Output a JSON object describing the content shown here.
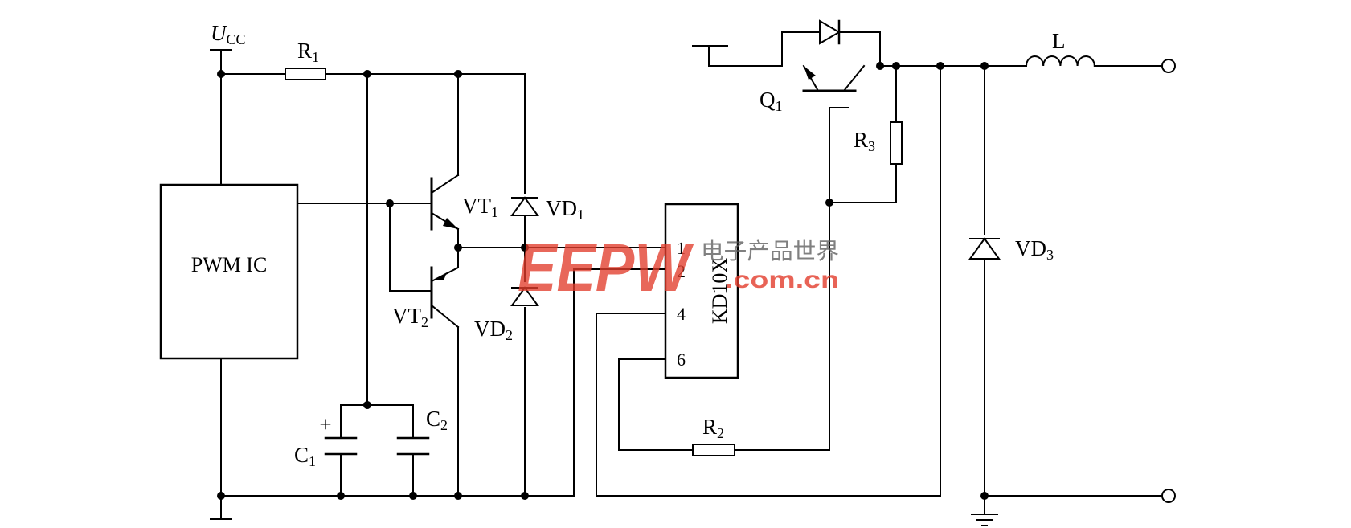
{
  "labels": {
    "ucc_main": "U",
    "ucc_sub": "CC",
    "r1_main": "R",
    "r1_sub": "1",
    "r2_main": "R",
    "r2_sub": "2",
    "r3_main": "R",
    "r3_sub": "3",
    "c1_main": "C",
    "c1_sub": "1",
    "c2_main": "C",
    "c2_sub": "2",
    "c1_plus": "+",
    "vt1_main": "VT",
    "vt1_sub": "1",
    "vt2_main": "VT",
    "vt2_sub": "2",
    "vd1_main": "VD",
    "vd1_sub": "1",
    "vd2_main": "VD",
    "vd2_sub": "2",
    "vd3_main": "VD",
    "vd3_sub": "3",
    "q1_main": "Q",
    "q1_sub": "1",
    "inductor": "L",
    "pwm_ic": "PWM IC",
    "driver_ic": "KD10X",
    "pins": [
      "1",
      "2",
      "4",
      "6"
    ]
  },
  "watermark": {
    "brand": "EEPW",
    "chinese": "电子产品世界",
    "url": ".com.cn"
  },
  "colors": {
    "wire": "#000000",
    "watermark_red": "#e23c2c"
  }
}
